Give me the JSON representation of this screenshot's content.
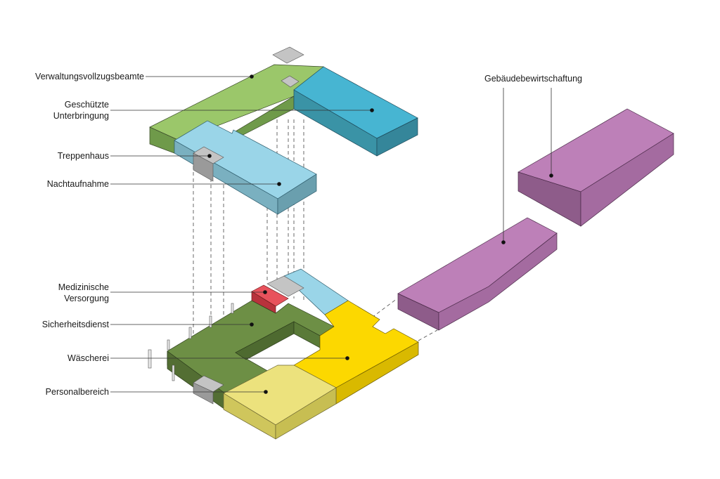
{
  "labels": {
    "verwaltung": "Verwaltungsvollzugsbeamte",
    "geschuetzte_1": "Geschützte",
    "geschuetzte_2": "Unterbringung",
    "treppenhaus": "Treppenhaus",
    "nachtaufnahme": "Nachtaufnahme",
    "medizin_1": "Medizinische",
    "medizin_2": "Versorgung",
    "sicherheit": "Sicherheitsdienst",
    "waescherei": "Wäscherei",
    "personal": "Personalbereich",
    "gebaeude": "Gebäudebewirtschaftung"
  },
  "colors": {
    "green_light": "#9bc76a",
    "teal": "#47b5d2",
    "light_blue": "#9ad5e8",
    "grey": "#c4c4c4",
    "red": "#e8525c",
    "dark_green": "#6d8f45",
    "yellow": "#fcd800",
    "pale_yellow": "#ece27d",
    "purple": "#bd80b8"
  }
}
